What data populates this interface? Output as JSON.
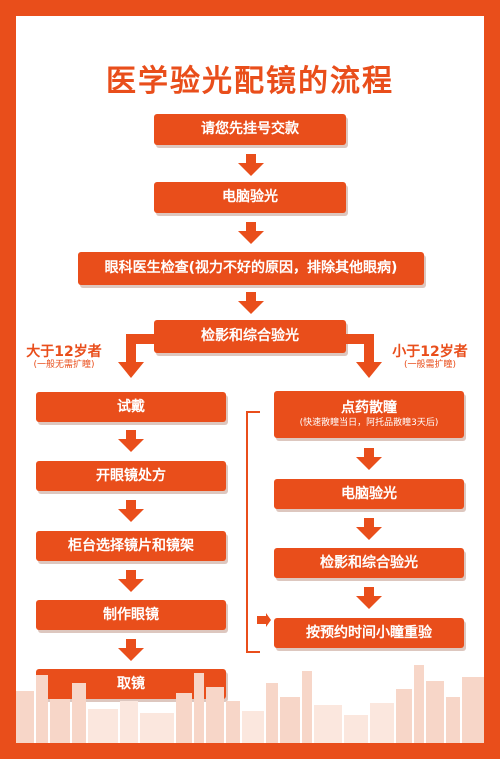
{
  "title": "医学验光配镜的流程",
  "colors": {
    "accent": "#e94e1b",
    "title": "#e94e1b",
    "background": "#ffffff"
  },
  "steps": {
    "pay": "请您先挂号交款",
    "computer_refraction": "电脑验光",
    "doctor_check": "眼科医生检查(视力不好的原因，排除其他眼病)",
    "retinoscopy": "检影和综合验光"
  },
  "branches": {
    "left": {
      "label": "大于12岁者",
      "note": "(一般无需扩瞳)",
      "steps": [
        "试戴",
        "开眼镜处方",
        "柜台选择镜片和镜架",
        "制作眼镜",
        "取镜"
      ]
    },
    "right": {
      "label": "小于12岁者",
      "note": "(一般需扩瞳)",
      "dilate": "点药散瞳",
      "dilate_note": "(快速散瞳当日，阿托品散瞳3天后)",
      "steps": [
        "电脑验光",
        "检影和综合验光",
        "按预约时间小瞳重验"
      ]
    }
  },
  "icons": [
    "down-arrow-icon",
    "bent-arrow-icon"
  ]
}
